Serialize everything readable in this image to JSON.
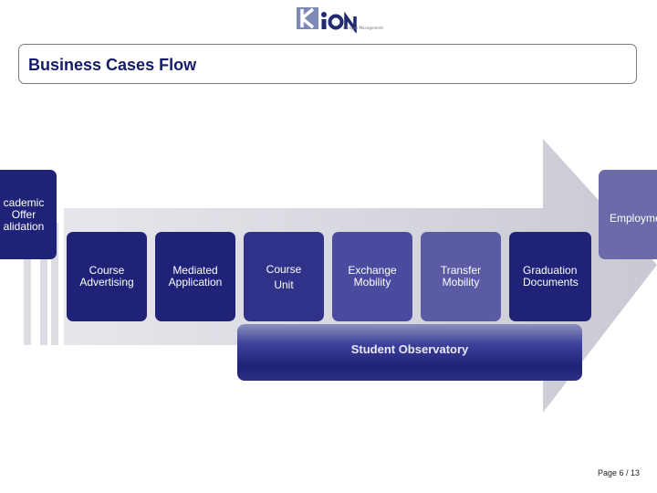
{
  "logo": {
    "name": "ION",
    "tagline": "Campus Management"
  },
  "title": "Business Cases Flow",
  "left_box": {
    "lines": [
      "cademic",
      "Offer",
      "alidation"
    ]
  },
  "right_box": {
    "label": "Employme"
  },
  "cases": [
    {
      "lines": [
        "Course",
        "Advertising"
      ]
    },
    {
      "lines": [
        "Mediated",
        "Application"
      ]
    },
    {
      "lines": [
        "Course",
        "Unit"
      ]
    },
    {
      "lines": [
        "Exchange",
        "Mobility"
      ]
    },
    {
      "lines": [
        "Transfer",
        "Mobility"
      ]
    },
    {
      "lines": [
        "Graduation",
        "Documents"
      ]
    }
  ],
  "observatory": "Student Observatory",
  "page_number": "Page 6 / 13",
  "colors": {
    "navy": "#1f2277",
    "mid": "#3e4196",
    "light": "#6a6aaa",
    "arrow": "#d8d8e0"
  }
}
